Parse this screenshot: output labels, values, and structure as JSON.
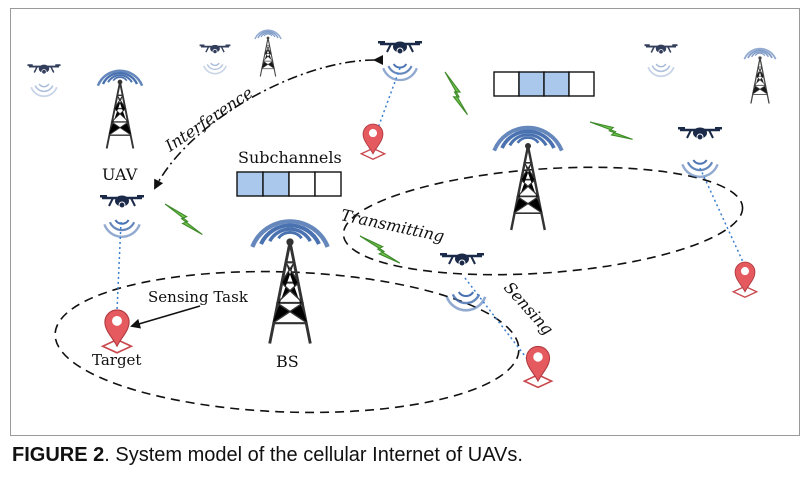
{
  "labels": {
    "uav": "UAV",
    "subchannels": "Subchannels",
    "interference": "Interference",
    "transmitting": "Transmitting",
    "sensing": "Sensing",
    "sensing_task": "Sensing Task",
    "target": "Target",
    "bs": "BS"
  },
  "caption": {
    "label": "FIGURE 2",
    "text": ". System model of the cellular Internet of UAVs."
  },
  "colors": {
    "drone": "#1c2a4a",
    "signal": "#4a72b0",
    "tower": "#333333",
    "subchannel_fill": "#a9c8ec",
    "lightning": "#6dc24a",
    "pin": "#e45a5f",
    "dashed": "#111111",
    "dotted_link": "#3a7fd0"
  },
  "icons": [
    "drone-icon",
    "tower-icon",
    "signal-waves-icon",
    "lightning-icon",
    "location-pin-icon"
  ]
}
